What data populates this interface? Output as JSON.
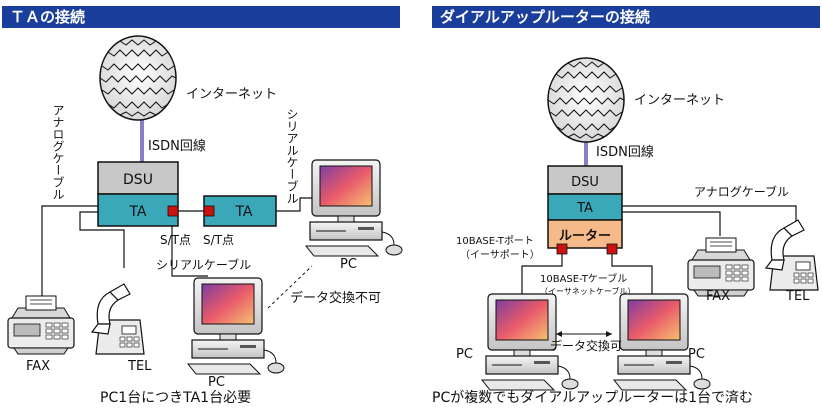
{
  "left": {
    "title": "ＴＡの接続",
    "internet": "インターネット",
    "isdn": "ISDN回線",
    "analog_cable": "アナログケーブル",
    "serial_cable_v": "シリアルケーブル",
    "dsu": "DSU",
    "ta1": "TA",
    "ta2": "TA",
    "st1": "S/T点",
    "st2": "S/T点",
    "serial_cable_h": "シリアルケーブル",
    "pc_right": "PC",
    "no_exchange": "データ交換不可",
    "fax": "FAX",
    "tel": "TEL",
    "pc_bottom": "PC",
    "caption": "PC1台につきTA1台必要"
  },
  "right": {
    "title": "ダイアルアップルーターの接続",
    "internet": "インターネット",
    "isdn": "ISDN回線",
    "dsu": "DSU",
    "ta": "TA",
    "router": "ルーター",
    "analog_cable": "アナログケーブル",
    "port_label_1": "10BASE-Tポート",
    "port_label_2": "（イーサポート）",
    "cable_label_1": "10BASE-Tケーブル",
    "cable_label_2": "（イーサネットケーブル）",
    "fax": "FAX",
    "tel": "TEL",
    "pc_left": "PC",
    "pc_right": "PC",
    "exchange_ok": "データ交換可",
    "caption": "PCが複数でもダイアルアップルーターは1台で済む"
  },
  "colors": {
    "header_bg": "#1a3e9c",
    "ta_fill": "#3aa8b8",
    "dsu_fill": "#c8c8c8",
    "router_fill": "#f5b98a",
    "port_red": "#cc1111",
    "isdn_line": "#8a80c8"
  }
}
